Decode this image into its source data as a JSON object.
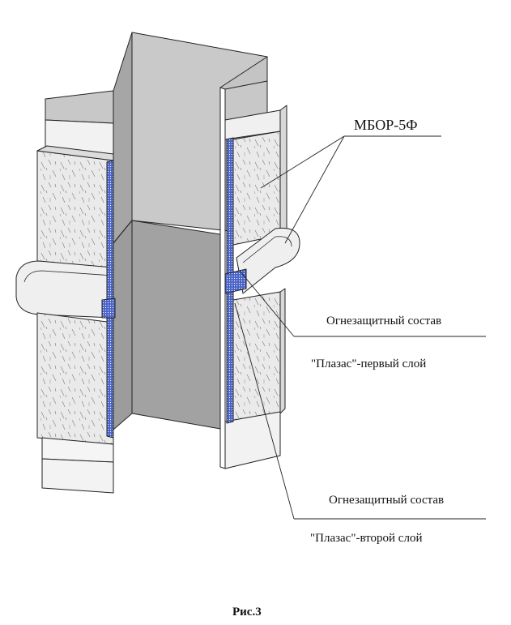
{
  "labels": {
    "mbor": "МБОР-5Ф",
    "fire_coat_1": "Огнезащитный состав",
    "layer_1": "\"Плазас\"-первый слой",
    "fire_coat_2": "Огнезащитный состав",
    "layer_2": "\"Плазас\"-второй слой"
  },
  "caption": "Рис.3",
  "colors": {
    "steel_inner": "#a5a5a5",
    "steel_light": "#c4c4c4",
    "steel_top": "#c6c6c6",
    "insulation": "#e9e9e9",
    "coating": "#4a64c8",
    "line": "#222222"
  }
}
